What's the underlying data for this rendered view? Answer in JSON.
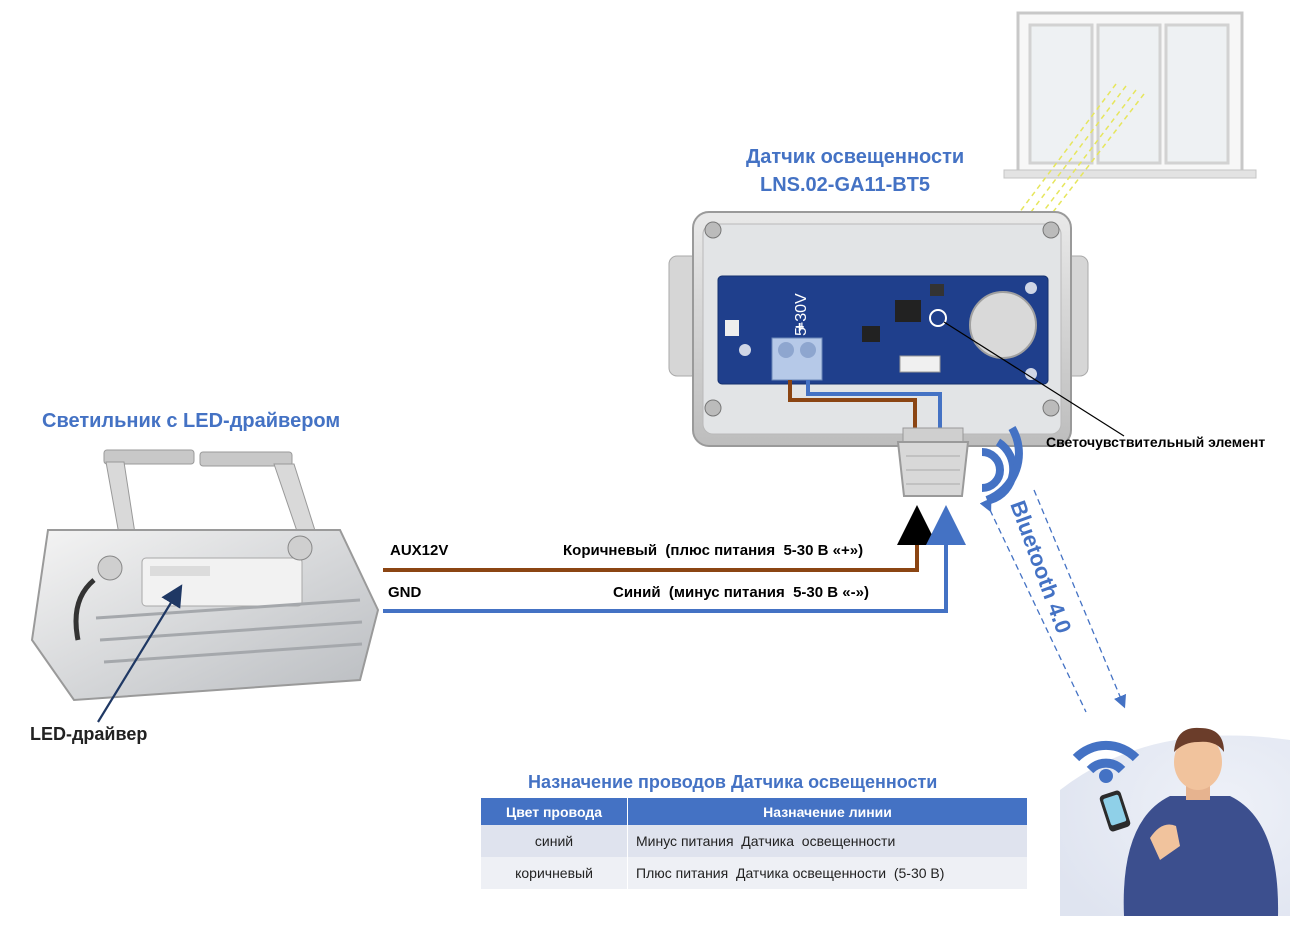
{
  "sensor": {
    "title_line1": "Датчик освещенности",
    "title_line2": "LNS.02-GA11-BT5",
    "pcb_voltage": "5-30V",
    "pcb_plus": "+",
    "pcb_minus": "-"
  },
  "lamp": {
    "title": "Светильник с LED-драйвером",
    "driver_label": "LED-драйвер"
  },
  "element_label": "Светочувствительный элемент",
  "wires": {
    "aux": "AUX12V",
    "gnd": "GND",
    "brown_desc": "Коричневый  (плюс питания  5-30 В «+»)",
    "blue_desc": "Синий  (минус питания  5-30 В «-»)"
  },
  "bluetooth_label": "Bluetooth 4.0",
  "table": {
    "title": "Назначение проводов Датчика освещенности",
    "headers": [
      "Цвет провода",
      "Назначение линии"
    ],
    "rows": [
      [
        "синий",
        "Минус питания  Датчика  освещенности"
      ],
      [
        "коричневый",
        "Плюс питания  Датчика освещенности  (5-30 В)"
      ]
    ]
  },
  "colors": {
    "accent_blue": "#4472c4",
    "brown_wire": "#8b4513",
    "blue_wire": "#4472c4",
    "pcb_blue": "#1f3f8c"
  },
  "icons": [
    "window-icon",
    "lamp-icon",
    "sensor-box-icon",
    "person-phone-icon",
    "wifi-icon"
  ]
}
